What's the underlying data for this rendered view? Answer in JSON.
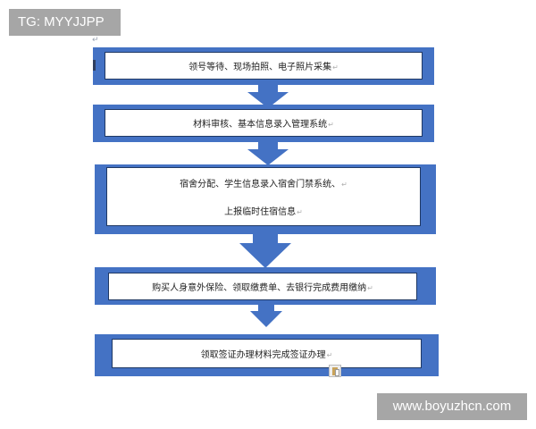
{
  "watermarks": {
    "top_left": "TG: MYYJJPP",
    "bottom_right": "www.boyuzhcn.com"
  },
  "paragraph_mark": "↵",
  "flowchart": {
    "colors": {
      "box_fill": "#4472c4",
      "inner_fill": "#ffffff",
      "inner_border": "#1f3864",
      "arrow": "#4472c4"
    },
    "steps": [
      {
        "lines": [
          "领号等待、现场拍照、电子照片采集"
        ]
      },
      {
        "lines": [
          "材料审核、基本信息录入管理系统"
        ]
      },
      {
        "lines": [
          "宿舍分配、学生信息录入宿舍门禁系统、",
          "上报临时住宿信息"
        ]
      },
      {
        "lines": [
          "购买人身意外保险、领取缴费单、去银行完成费用缴纳"
        ]
      },
      {
        "lines": [
          "领取签证办理材料完成签证办理"
        ]
      }
    ]
  }
}
